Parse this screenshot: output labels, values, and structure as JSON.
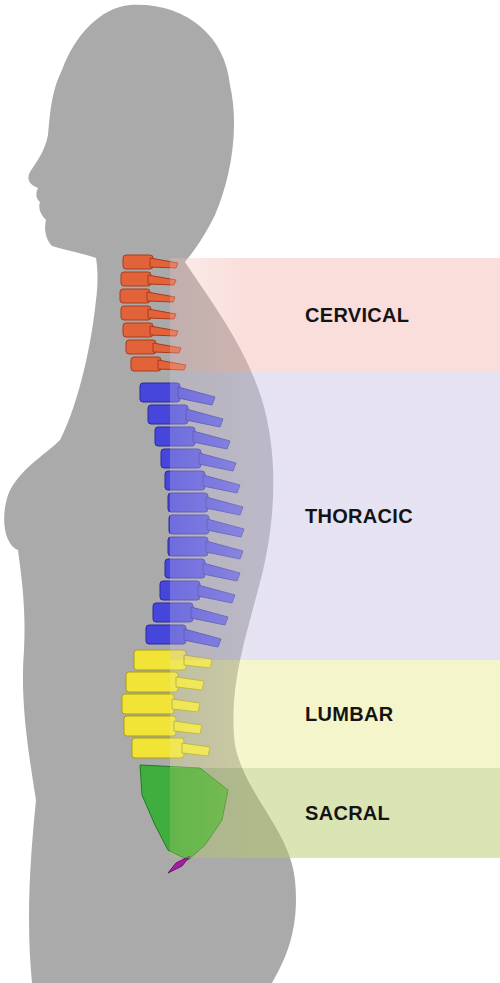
{
  "diagram": {
    "nodes": [
      {
        "text": [
          "CERVICAL"
        ]
      },
      {
        "text": [
          "THORACIC"
        ]
      },
      {
        "text": [
          "LUMBAR"
        ]
      },
      {
        "text": [
          "SACRAL"
        ]
      }
    ]
  }
}
